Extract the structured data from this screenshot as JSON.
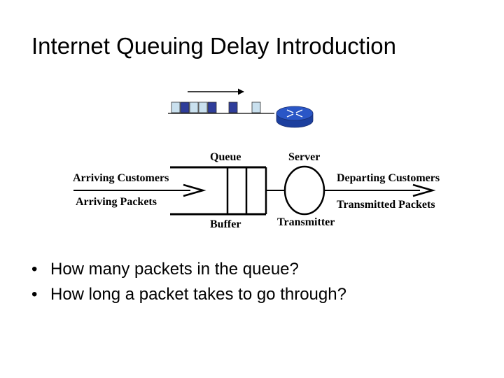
{
  "slide": {
    "title": "Internet Queuing Delay Introduction"
  },
  "diagram": {
    "queue_label": "Queue",
    "server_label": "Server",
    "buffer_label": "Buffer",
    "transmitter_label": "Transmitter",
    "arriving_customers": "Arriving Customers",
    "arriving_packets": "Arriving Packets",
    "departing_customers": "Departing Customers",
    "transmitted_packets": "Transmitted Packets",
    "colors": {
      "packet_light": "#c9e0ee",
      "packet_dark": "#2f3d9a",
      "router_blue": "#2a56c6"
    },
    "icons": [
      "router-icon",
      "arrow-right-icon"
    ]
  },
  "bullets": [
    "How many packets in the queue?",
    "How long a packet takes to go through?"
  ]
}
